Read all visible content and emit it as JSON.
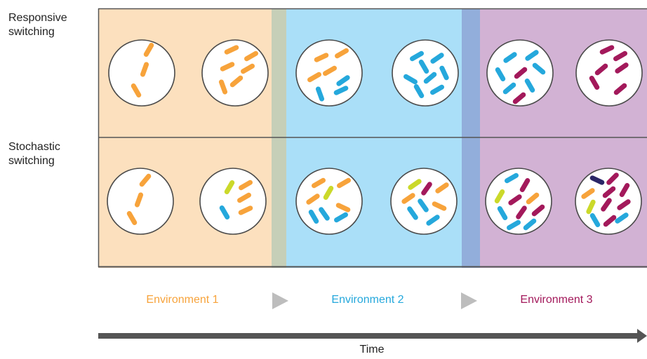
{
  "rows": [
    {
      "label_line1": "Responsive",
      "label_line2": "switching"
    },
    {
      "label_line1": "Stochastic",
      "label_line2": "switching"
    }
  ],
  "environments": [
    {
      "label": "Environment 1",
      "color": "#f7a33b",
      "bg": "#fce0be"
    },
    {
      "label": "Environment 2",
      "color": "#25a8dc",
      "bg": "#aadff8"
    },
    {
      "label": "Environment 3",
      "color": "#a3195b",
      "bg": "#d2b2d4"
    }
  ],
  "transition_colors": [
    "#c6cfb8",
    "#92aedb"
  ],
  "cell_colors": {
    "orange": "#f7a33b",
    "blue": "#25a8dc",
    "magenta": "#a3195b",
    "lime": "#cbd92a",
    "navy": "#2a2667"
  },
  "axis": {
    "label": "Time",
    "color": "#555555"
  },
  "arrow_icon": "triangle-right-icon",
  "arrow_color": "#bdbdbd"
}
